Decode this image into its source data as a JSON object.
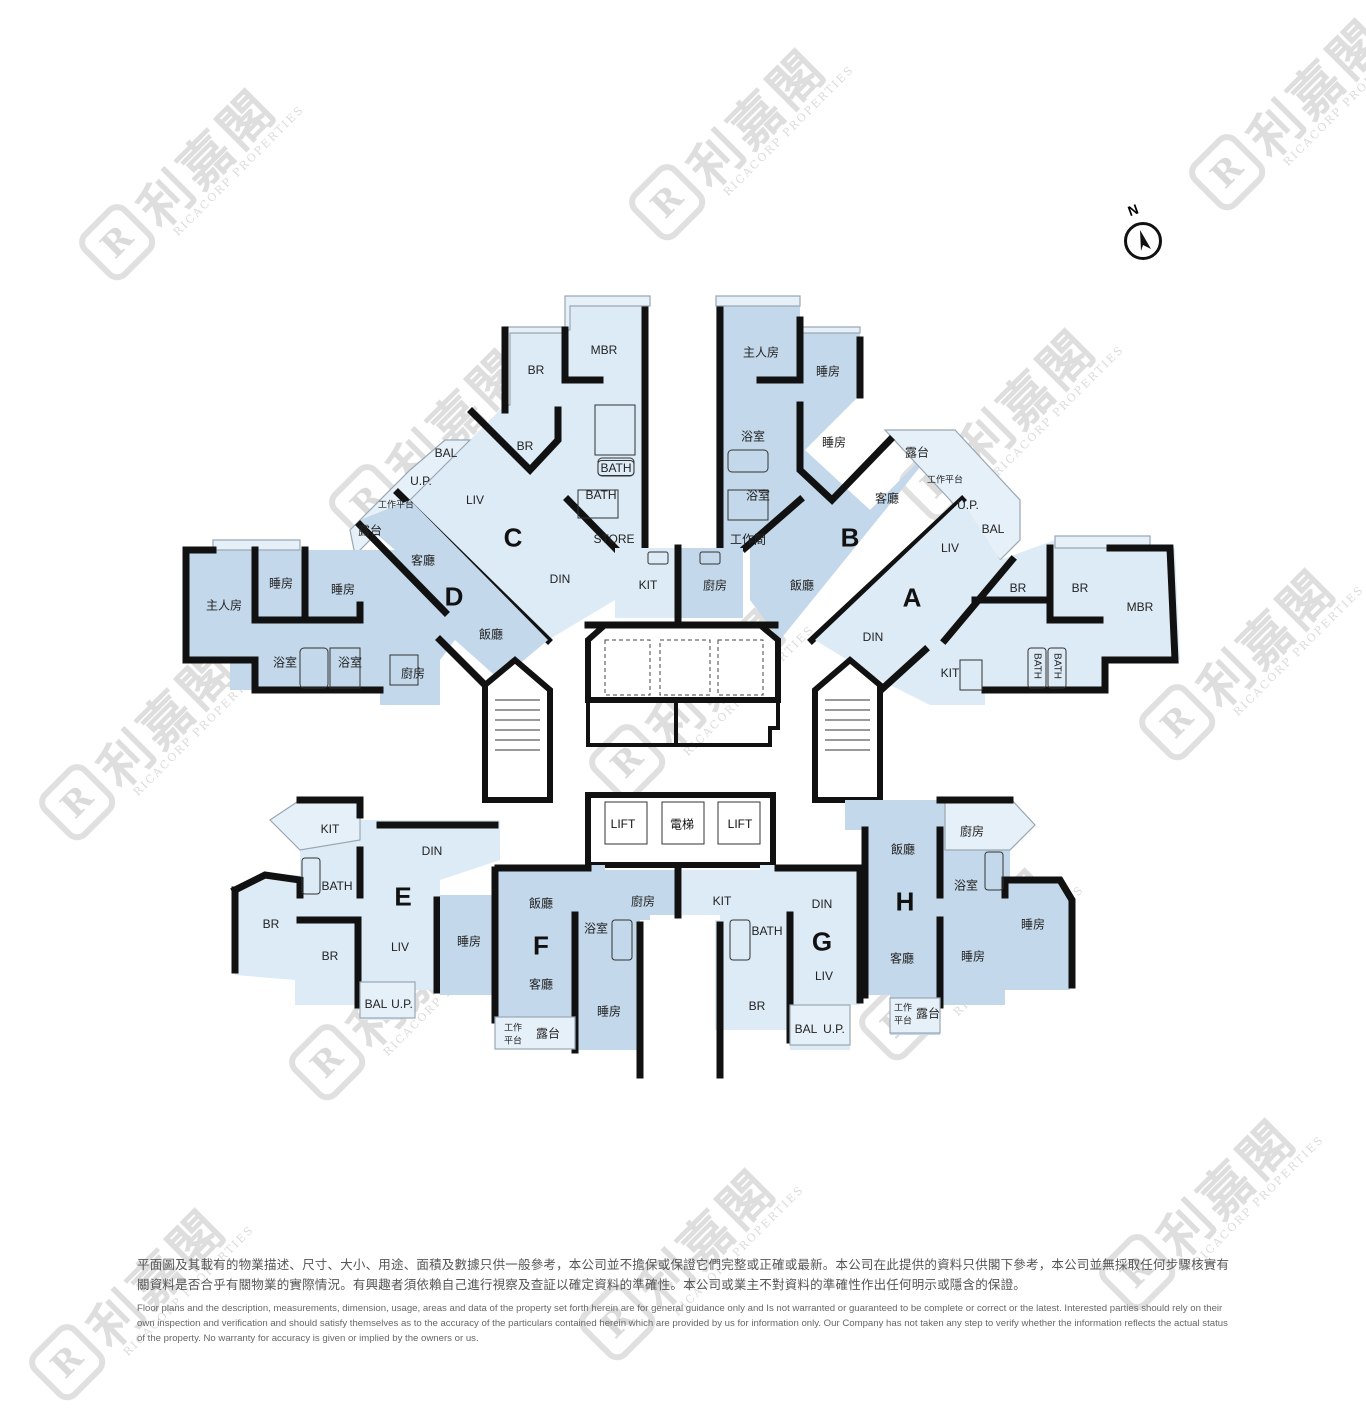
{
  "watermark": {
    "cn": "利嘉閣",
    "en": "RICACORP PROPERTIES",
    "logo": "R"
  },
  "compass": {
    "label": "N",
    "icon": "north-arrow-icon"
  },
  "colors": {
    "unit_light": "#dcebf6",
    "unit_dark": "#c3d8ea",
    "wall": "#111111",
    "balcony": "#e6f0f8",
    "watermark": "#d0d0d0"
  },
  "units": {
    "A": {
      "letter": "A",
      "rooms": [
        "LIV",
        "DIN",
        "BAL",
        "U.P.",
        "BR",
        "BR",
        "MBR",
        "KIT",
        "BATH",
        "BATH"
      ]
    },
    "B": {
      "letter": "B",
      "rooms": [
        "主人房",
        "睡房",
        "睡房",
        "浴室",
        "浴室",
        "工作間",
        "客廳",
        "飯廳",
        "露台",
        "工作平台",
        "廚房"
      ]
    },
    "C": {
      "letter": "C",
      "rooms": [
        "MBR",
        "BR",
        "BR",
        "BATH",
        "BATH",
        "STORE",
        "BAL",
        "U.P.",
        "LIV",
        "DIN",
        "KIT"
      ]
    },
    "D": {
      "letter": "D",
      "rooms": [
        "主人房",
        "睡房",
        "睡房",
        "浴室",
        "浴室",
        "廚房",
        "客廳",
        "飯廳",
        "露台",
        "工作平台"
      ]
    },
    "E": {
      "letter": "E",
      "rooms": [
        "KIT",
        "DIN",
        "BATH",
        "BR",
        "BR",
        "LIV",
        "BAL",
        "U.P."
      ]
    },
    "F": {
      "letter": "F",
      "rooms": [
        "飯廳",
        "廚房",
        "浴室",
        "客廳",
        "睡房",
        "工作平台",
        "露台"
      ]
    },
    "G": {
      "letter": "G",
      "rooms": [
        "KIT",
        "DIN",
        "BATH",
        "LIV",
        "BR",
        "BAL",
        "U.P."
      ]
    },
    "H": {
      "letter": "H",
      "rooms": [
        "飯廳",
        "廚房",
        "浴室",
        "睡房",
        "睡房",
        "客廳",
        "工作平台",
        "露台"
      ]
    }
  },
  "labels": {
    "c_mbr": "MBR",
    "c_br1": "BR",
    "c_br2": "BR",
    "c_bath1": "BATH",
    "c_bath2": "BATH",
    "c_store": "STORE",
    "c_bal": "BAL",
    "c_up": "U.P.",
    "c_liv": "LIV",
    "c_din": "DIN",
    "c_kit": "KIT",
    "b_mbr": "主人房",
    "b_br1": "睡房",
    "b_br2": "睡房",
    "b_bath1": "浴室",
    "b_bath2": "浴室",
    "b_work": "工作間",
    "b_liv": "客廳",
    "b_din": "飯廳",
    "b_bal": "露台",
    "b_up": "工作平台",
    "b_kit": "廚房",
    "d_mbr": "主人房",
    "d_br1": "睡房",
    "d_br2": "睡房",
    "d_bath1": "浴室",
    "d_bath2": "浴室",
    "d_kit": "廚房",
    "d_liv": "客廳",
    "d_din": "飯廳",
    "d_bal": "露台",
    "d_up": "工作平台",
    "a_liv": "LIV",
    "a_din": "DIN",
    "a_bal": "BAL",
    "a_up": "U.P.",
    "a_br1": "BR",
    "a_br2": "BR",
    "a_mbr": "MBR",
    "a_kit": "KIT",
    "a_bath1": "BATH",
    "a_bath2": "BATH",
    "e_kit": "KIT",
    "e_din": "DIN",
    "e_bath": "BATH",
    "e_br1": "BR",
    "e_br2": "BR",
    "e_liv": "LIV",
    "e_bal": "BAL",
    "e_up": "U.P.",
    "f_din": "飯廳",
    "f_kit": "廚房",
    "f_bath": "浴室",
    "f_liv": "客廳",
    "f_br": "睡房",
    "f_br_w": "睡房",
    "f_up1": "工作",
    "f_up2": "平台",
    "f_bal": "露台",
    "g_kit": "KIT",
    "g_din": "DIN",
    "g_bath": "BATH",
    "g_liv": "LIV",
    "g_br": "BR",
    "g_bal": "BAL",
    "g_up": "U.P.",
    "h_din": "飯廳",
    "h_kit": "廚房",
    "h_bath": "浴室",
    "h_br1": "睡房",
    "h_br2": "睡房",
    "h_liv": "客廳",
    "h_up1": "工作",
    "h_up2": "平台",
    "h_bal": "露台"
  },
  "core": {
    "lifts": [
      "LIFT",
      "電梯",
      "LIFT"
    ]
  },
  "disclaimer": {
    "zh": "平面圖及其載有的物業描述、尺寸、大小、用途、面積及數據只供一般參考，本公司並不擔保或保證它們完整或正確或最新。本公司在此提供的資料只供閣下參考，本公司並無採取任何步驟核實有關資料是否合乎有關物業的實際情況。有興趣者須依賴自己進行視察及查証以確定資料的準確性。本公司或業主不對資料的準確性作出任何明示或隱含的保證。",
    "en": "Floor plans and the description, measurements, dimension, usage, areas and data of the property set forth herein are for general guidance only and Is not warranted or guaranteed to be complete or correct or the latest. Interested parties should rely on their own inspection and verification and should satisfy themselves as to the accuracy of the particulars contained herein which are provided by us for information only.  Our Company has not taken any step to verify whether the information reflects the actual status of the property.  No warranty for accuracy is given or implied by the owners or us."
  }
}
